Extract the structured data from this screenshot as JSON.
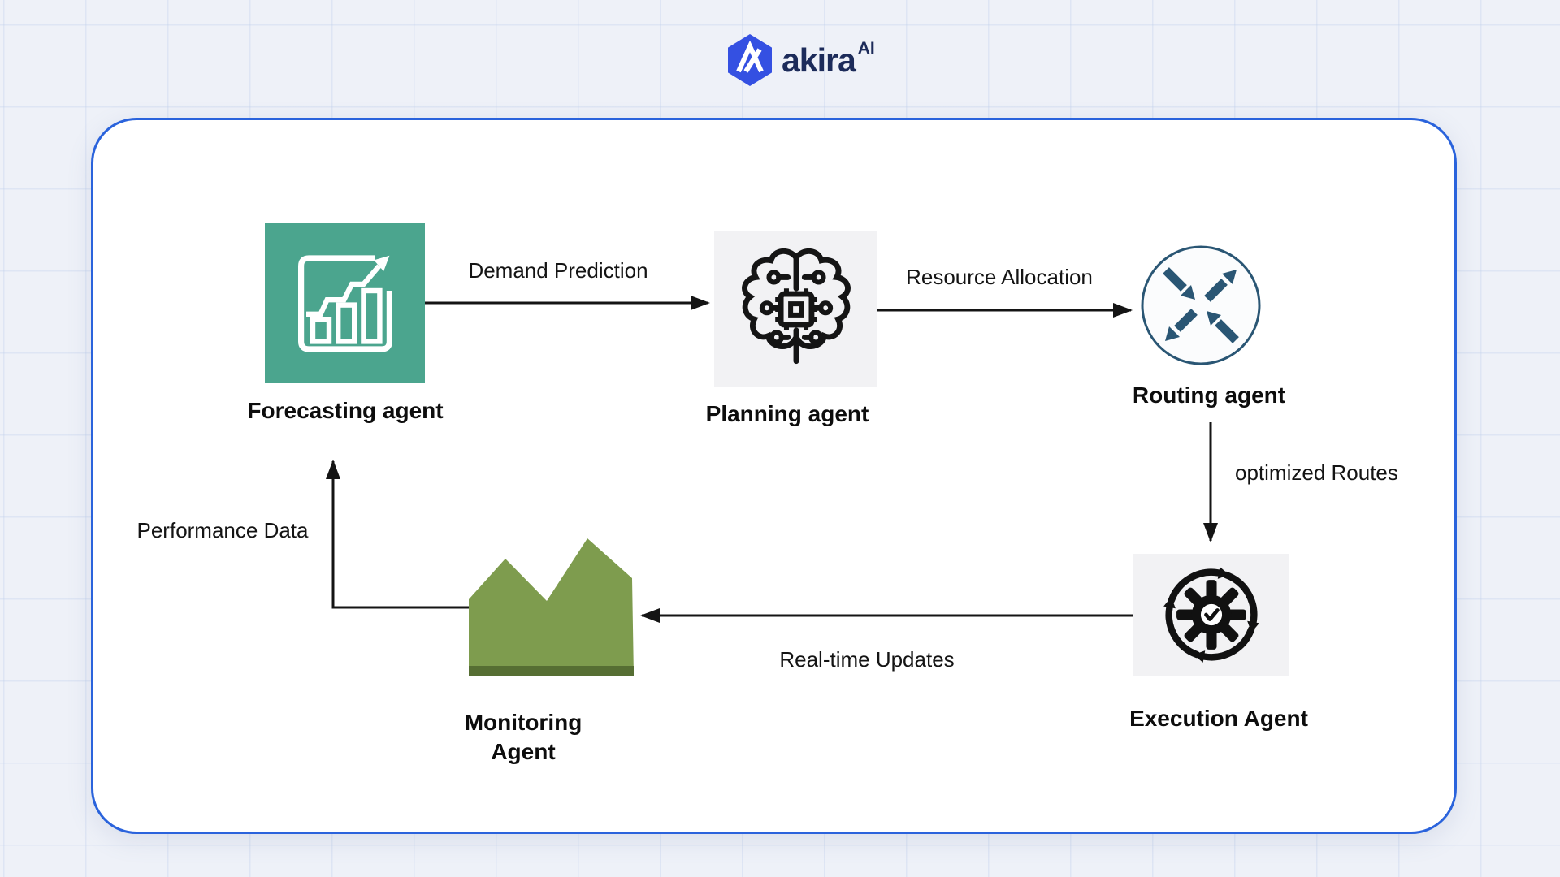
{
  "logo": {
    "brand": "akira",
    "superscript": "AI",
    "mark": "stylized-A",
    "colors": {
      "hexagon": "#3450e2",
      "text": "#1c2b5a"
    }
  },
  "diagram": {
    "nodes": [
      {
        "id": "forecasting-agent",
        "label": "Forecasting agent",
        "icon": "bar-chart-growth-icon",
        "color": "#4ba58e"
      },
      {
        "id": "planning-agent",
        "label": "Planning agent",
        "icon": "brain-chip-icon",
        "color": "#f2f2f4"
      },
      {
        "id": "routing-agent",
        "label": "Routing agent",
        "icon": "route-arrows-icon",
        "color": "#2a5674"
      },
      {
        "id": "execution-agent",
        "label": "Execution Agent",
        "icon": "gear-sync-icon",
        "color": "#f2f2f4"
      },
      {
        "id": "monitoring-agent",
        "label": "Monitoring Agent",
        "icon": "mountain-area-icon",
        "color": "#7e9c4e"
      }
    ],
    "edges": [
      {
        "from": "forecasting-agent",
        "to": "planning-agent",
        "label": "Demand Prediction"
      },
      {
        "from": "planning-agent",
        "to": "routing-agent",
        "label": "Resource Allocation"
      },
      {
        "from": "routing-agent",
        "to": "execution-agent",
        "label": "optimized Routes"
      },
      {
        "from": "execution-agent",
        "to": "monitoring-agent",
        "label": "Real-time Updates"
      },
      {
        "from": "monitoring-agent",
        "to": "forecasting-agent",
        "label": "Performance Data"
      }
    ],
    "colors": {
      "card_border": "#2a63dc",
      "teal": "#4ba58e",
      "light_gray": "#f2f2f4",
      "olive": "#7e9c4e",
      "olive_dark": "#566e33",
      "navy": "#2a5674",
      "arrow": "#141414"
    }
  }
}
